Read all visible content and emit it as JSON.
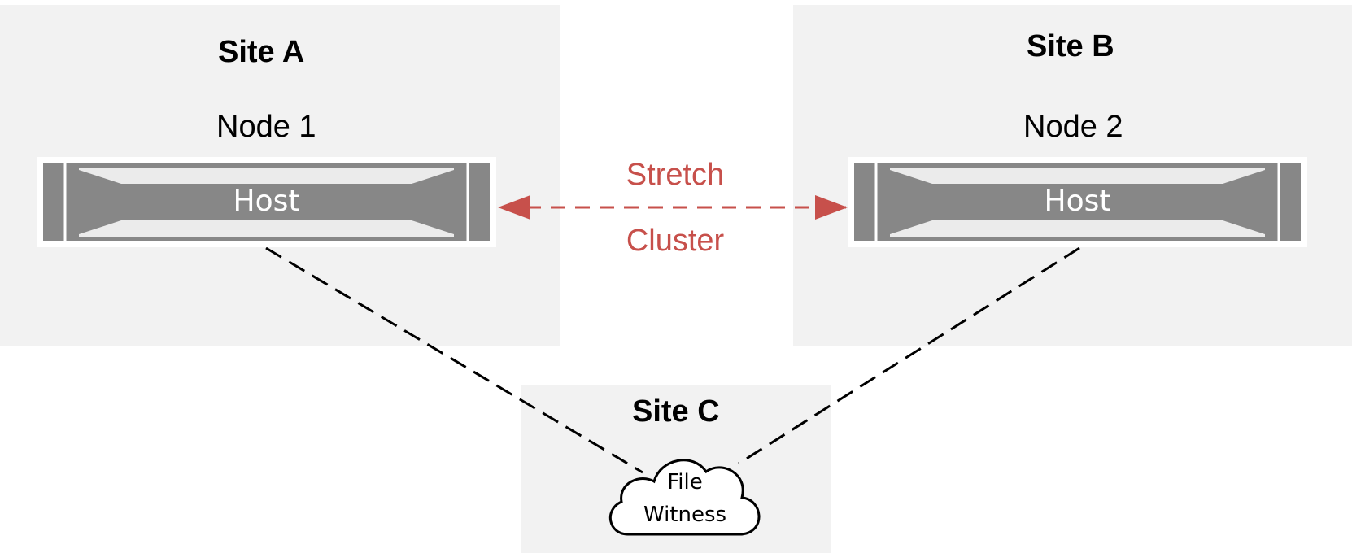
{
  "sites": {
    "a": {
      "title": "Site A",
      "node_label": "Node 1",
      "host_label": "Host"
    },
    "b": {
      "title": "Site B",
      "node_label": "Node 2",
      "host_label": "Host"
    },
    "c": {
      "title": "Site C",
      "witness_line1": "File",
      "witness_line2": "Witness"
    }
  },
  "link": {
    "line1": "Stretch",
    "line2": "Cluster",
    "color": "#c7504b"
  },
  "colors": {
    "site_bg": "#f2f2f2",
    "host_gray": "#878787",
    "host_light": "#ebebeb"
  },
  "icons": {
    "host": "server-host-icon",
    "witness": "cloud-icon"
  }
}
